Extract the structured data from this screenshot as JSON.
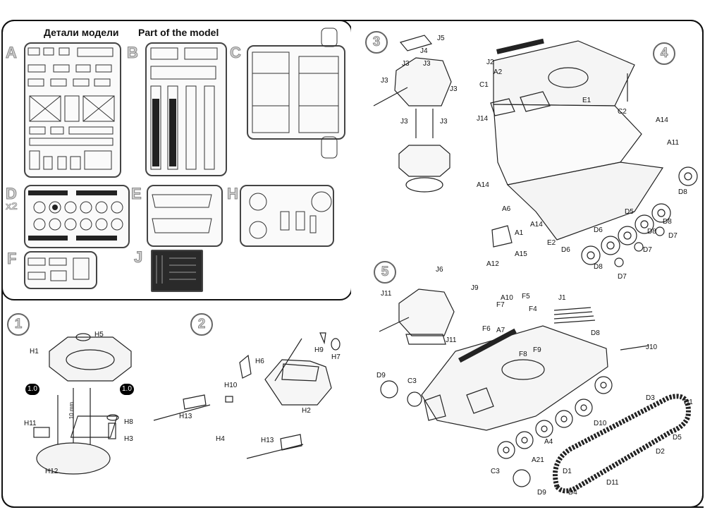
{
  "header": {
    "title_ru": "Детали модели",
    "title_en": "Part of the model"
  },
  "sprues": {
    "A": "A",
    "B": "B",
    "C": "C",
    "D": "D",
    "D_qty": "x2",
    "E": "E",
    "F": "F",
    "H": "H",
    "J": "J"
  },
  "steps": [
    "1",
    "2",
    "3",
    "4",
    "5"
  ],
  "step1_labels": {
    "H1": "H1",
    "H5": "H5",
    "H11": "H11",
    "H12": "H12",
    "H3": "H3",
    "H8": "H8",
    "dim": "10 mm",
    "cut1": "1.0",
    "cut2": "1.0"
  },
  "step2_labels": {
    "H6": "H6",
    "H9": "H9",
    "H7": "H7",
    "H10": "H10",
    "H2": "H2",
    "H13a": "H13",
    "H4": "H4",
    "H13b": "H13"
  },
  "step3_labels": {
    "J5": "J5",
    "J4": "J4",
    "J3a": "J3",
    "J3b": "J3",
    "J3c": "J3",
    "J3d": "J3",
    "J3e": "J3",
    "J3f": "J3"
  },
  "step4_labels": {
    "J2": "J2",
    "A2": "A2",
    "C1": "C1",
    "E1": "E1",
    "C2": "C2",
    "J14": "J14",
    "A14a": "A14",
    "A11": "A11",
    "A14b": "A14",
    "D8a": "D8",
    "A14c": "A14",
    "A6": "A6",
    "A1": "A1",
    "A12": "A12",
    "A15": "A15",
    "E2": "E2",
    "D6a": "D6",
    "D6b": "D6",
    "D5": "D5",
    "D8b": "D8",
    "D8c": "D8",
    "D8d": "D8",
    "D7a": "D7",
    "D7b": "D7",
    "D7c": "D7"
  },
  "step5_labels": {
    "J6": "J6",
    "J11a": "J11",
    "J11b": "J11",
    "J9": "J9",
    "A10": "A10",
    "F5": "F5",
    "F7": "F7",
    "F4": "F4",
    "J1": "J1",
    "F6": "F6",
    "A7": "A7",
    "D8": "D8",
    "F8": "F8",
    "F9": "F9",
    "J10": "J10",
    "D9a": "D9",
    "C3a": "C3",
    "D3": "D3",
    "D1a": "D1",
    "D10": "D10",
    "D5": "D5",
    "A4": "A4",
    "D2": "D2",
    "A21": "A21",
    "C3b": "C3",
    "D1b": "D1",
    "D11": "D11",
    "D4": "D4",
    "D9b": "D9"
  }
}
